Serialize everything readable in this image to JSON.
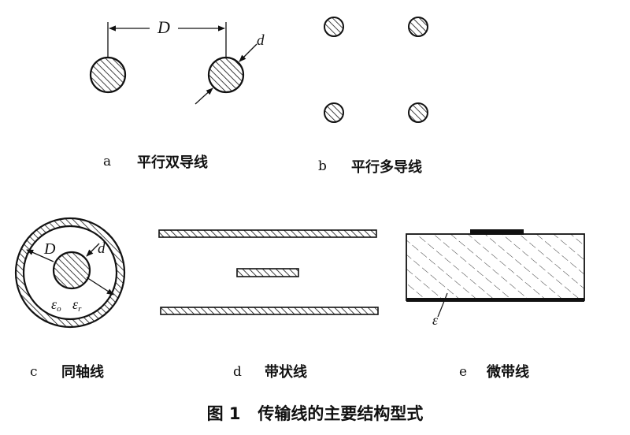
{
  "panels": {
    "a": {
      "letter": "a",
      "caption": "平行双导线",
      "dim_D": "D",
      "dim_d": "d"
    },
    "b": {
      "letter": "b",
      "caption": "平行多导线"
    },
    "c": {
      "letter": "c",
      "caption": "同轴线",
      "dim_D": "D",
      "dim_d": "d",
      "eps0": "ε",
      "eps0_sub": "o",
      "epsr": "ε",
      "epsr_sub": "r"
    },
    "d": {
      "letter": "d",
      "caption": "带状线"
    },
    "e": {
      "letter": "e",
      "caption": "微带线",
      "substrate_label": "ε"
    }
  },
  "figure_caption": "图 1   传输线的主要结构型式",
  "colors": {
    "ink": "#111111",
    "background": "#ffffff"
  }
}
